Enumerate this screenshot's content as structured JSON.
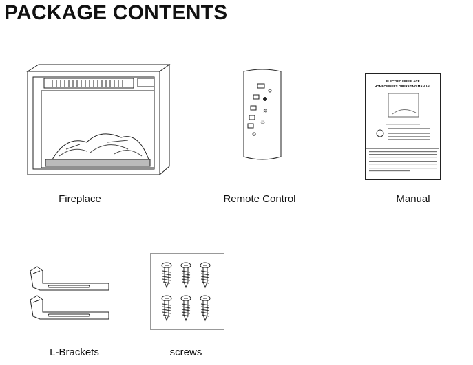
{
  "title": "PACKAGE CONTENTS",
  "items": [
    {
      "label": "Fireplace",
      "icon": "fireplace-insert"
    },
    {
      "label": "Remote Control",
      "icon": "remote-control"
    },
    {
      "label": "Manual",
      "icon": "manual-booklet"
    },
    {
      "label": "L-Brackets",
      "icon": "l-bracket"
    },
    {
      "label": "screws",
      "icon": "screw"
    }
  ],
  "manual_cover": {
    "line1": "ELECTRIC FIREPLACE",
    "line2": "HOMEOWNERS OPERATING MANUAL"
  }
}
